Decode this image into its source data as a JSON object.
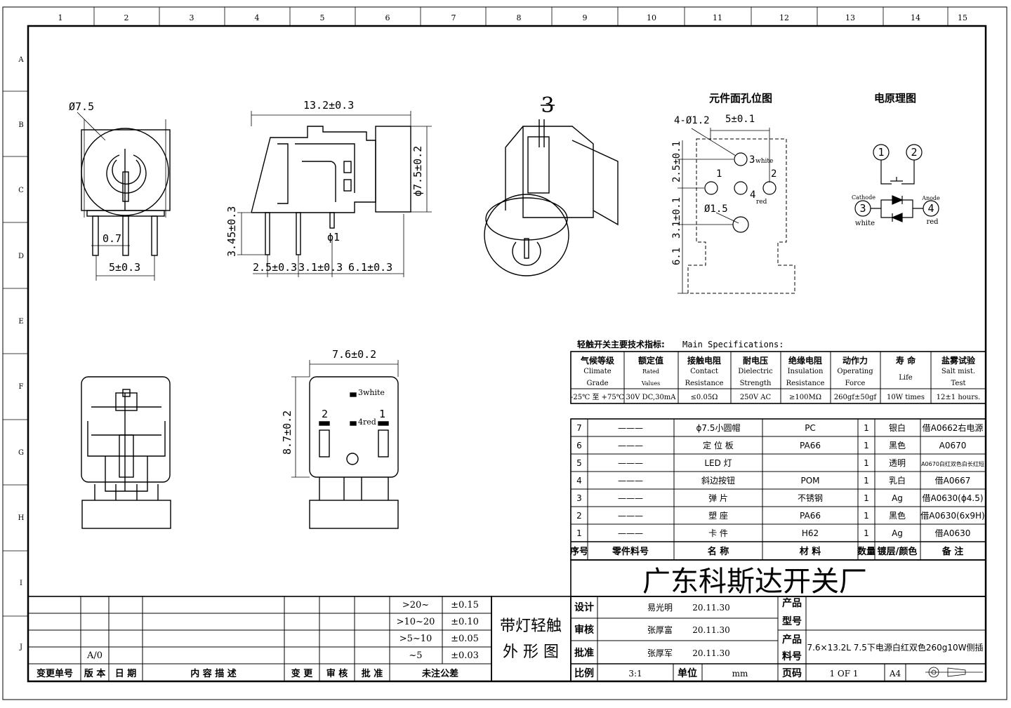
{
  "border": {
    "cols": [
      "1",
      "2",
      "3",
      "4",
      "5",
      "6",
      "7",
      "8",
      "9",
      "10",
      "11",
      "12",
      "13",
      "14",
      "15"
    ],
    "rows": [
      "A",
      "B",
      "C",
      "D",
      "E",
      "F",
      "G",
      "H",
      "I",
      "J"
    ]
  },
  "view_front": {
    "diameter": "Ø7.5",
    "pin_gap": "0.7",
    "pin_pitch": "5±0.3"
  },
  "view_side": {
    "length": "13.2±0.3",
    "height": "ϕ7.5±0.2",
    "pin_len": "3.45±0.3",
    "pin_dia": "ϕ1",
    "d1": "2.5±0.3",
    "d2": "3.1±0.3",
    "d3": "6.1±0.3"
  },
  "view_iso": {
    "label": "3"
  },
  "view_bottom": {
    "width": "7.6±0.2",
    "height": "8.7±0.2",
    "pin1": "1",
    "pin2": "2",
    "pin3": "3white",
    "pin4": "4red"
  },
  "hole_layout": {
    "title": "元件面孔位图",
    "holes": "4-Ø1.2",
    "pitch": "5±0.1",
    "v1": "2.5±0.1",
    "v2": "3.1±0.1",
    "v3": "6.1",
    "big_hole": "Ø1.5",
    "h1": "1",
    "h2": "2",
    "h3": "3",
    "h3c": "white",
    "h4": "4",
    "h4c": "red"
  },
  "schematic": {
    "title": "电原理图",
    "p1": "1",
    "p2": "2",
    "p3": "3",
    "p4": "4",
    "cathode": "Cathode",
    "anode": "Anode",
    "white": "white",
    "red": "red"
  },
  "specs": {
    "heading_cn": "轻触开关主要技术指标:",
    "heading_en": "Main Specifications:",
    "cols": [
      {
        "cn": "气候等级",
        "en": "Climate",
        "en2": "Grade",
        "val": "-25℃ 至 +75℃"
      },
      {
        "cn": "额定值",
        "en": "Rated",
        "en2": "Values",
        "val": "30V DC,30mA"
      },
      {
        "cn": "接触电阻",
        "en": "Contact",
        "en2": "Resistance",
        "val": "≤0.05Ω"
      },
      {
        "cn": "耐电压",
        "en": "Dielectric",
        "en2": "Strength",
        "val": "250V AC"
      },
      {
        "cn": "绝缘电阻",
        "en": "Insulation",
        "en2": "Resistance",
        "val": "≥100MΩ"
      },
      {
        "cn": "动作力",
        "en": "Operating",
        "en2": "Force",
        "val": "260gf±50gf"
      },
      {
        "cn": "寿 命",
        "en": "Life",
        "en2": "",
        "val": "10W times"
      },
      {
        "cn": "盐雾试验",
        "en": "Salt mist.",
        "en2": "Test",
        "val": "12±1 hours."
      }
    ]
  },
  "bom": {
    "rows": [
      {
        "no": "7",
        "part": "———",
        "name": "ϕ7.5小圆帽",
        "mat": "PC",
        "qty": "1",
        "finish": "银白",
        "note": "借A0662右电源"
      },
      {
        "no": "6",
        "part": "———",
        "name": "定 位 板",
        "mat": "PA66",
        "qty": "1",
        "finish": "黑色",
        "note": "A0670"
      },
      {
        "no": "5",
        "part": "———",
        "name": "LED 灯",
        "mat": "",
        "qty": "1",
        "finish": "透明",
        "note": "A0670白红双色白长红短"
      },
      {
        "no": "4",
        "part": "———",
        "name": "斜边按钮",
        "mat": "POM",
        "qty": "1",
        "finish": "乳白",
        "note": "借A0667"
      },
      {
        "no": "3",
        "part": "———",
        "name": "弹 片",
        "mat": "不锈钢",
        "qty": "1",
        "finish": "Ag",
        "note": "借A0630(ϕ4.5)"
      },
      {
        "no": "2",
        "part": "———",
        "name": "塑 座",
        "mat": "PA66",
        "qty": "1",
        "finish": "黑色",
        "note": "借A0630(6x9H)"
      },
      {
        "no": "1",
        "part": "———",
        "name": "卡 件",
        "mat": "H62",
        "qty": "1",
        "finish": "Ag",
        "note": "借A0630"
      }
    ],
    "header": {
      "no": "序号",
      "part": "零件料号",
      "name": "名 称",
      "mat": "材 料",
      "qty": "数量",
      "finish": "镀层/颜色",
      "note": "备 注"
    }
  },
  "company": "广东科斯达开关厂",
  "tolerance": {
    "rows": [
      {
        "range": ">20~",
        "tol": "±0.15"
      },
      {
        "range": ">10~20",
        "tol": "±0.10"
      },
      {
        "range": ">5~10",
        "tol": "±0.05"
      },
      {
        "range": "~5",
        "tol": "±0.03"
      }
    ],
    "footer": "未注公差"
  },
  "revision": {
    "version": "A/0",
    "headers": [
      "变更单号",
      "版 本",
      "日 期",
      "内 容 描 述",
      "变 更",
      "审 核",
      "批 准"
    ]
  },
  "title_block": {
    "drawing_title_1": "带灯轻触",
    "drawing_title_2": "外 形 图",
    "design_label": "设计",
    "design_name": "易光明",
    "design_date": "20.11.30",
    "check_label": "审核",
    "check_name": "张厚富",
    "check_date": "20.11.30",
    "approve_label": "批准",
    "approve_name": "张厚军",
    "approve_date": "20.11.30",
    "scale_label": "比例",
    "scale": "3:1",
    "unit_label": "单位",
    "unit": "mm",
    "product_model_1": "产品",
    "product_model_2": "型号",
    "product_code_1": "产品",
    "product_code_2": "料号",
    "product_code": "7.6×13.2L 7.5下电源白红双色260g10W侧插",
    "page_label": "页码",
    "page": "1 OF 1",
    "size": "A4"
  }
}
